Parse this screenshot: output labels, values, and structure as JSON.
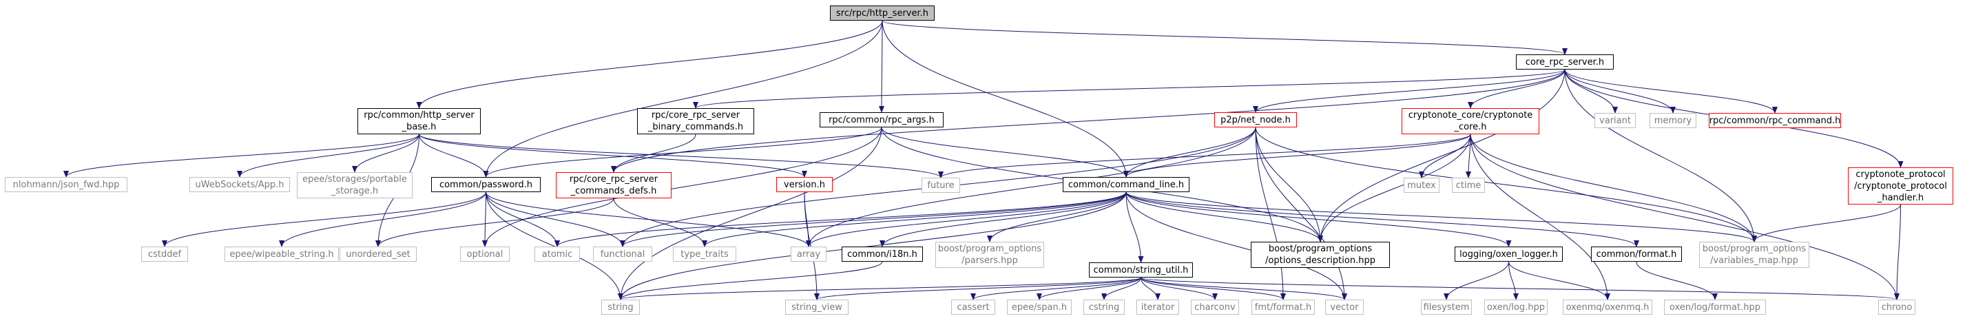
{
  "colors": {
    "edge": "#191970",
    "border": "#000000",
    "external_border": "#bfbfbf",
    "missing_border": "#ff0000",
    "root_fill": "#bfbfbf"
  },
  "nodes": {
    "http_server": "src/rpc/http_server.h",
    "core_rpc_server": "core_rpc_server.h",
    "http_server_base": [
      "rpc/common/http_server",
      "_base.h"
    ],
    "core_rpc_server_binary": [
      "rpc/core_rpc_server",
      "_binary_commands.h"
    ],
    "rpc_args": "rpc/common/rpc_args.h",
    "net_node": "p2p/net_node.h",
    "cryptonote_core": [
      "cryptonote_core/cryptonote",
      "_core.h"
    ],
    "variant": "variant",
    "memory": "memory",
    "rpc_command": "rpc/common/rpc_command.h",
    "nlohmann": "nlohmann/json_fwd.hpp",
    "uwebsockets": "uWebSockets/App.h",
    "portable_storage": [
      "epee/storages/portable",
      "_storage.h"
    ],
    "password": "common/password.h",
    "commands_defs": [
      "rpc/core_rpc_server",
      "_commands_defs.h"
    ],
    "version": "version.h",
    "future": "future",
    "command_line": "common/command_line.h",
    "mutex": "mutex",
    "ctime": "ctime",
    "cryptonote_protocol": [
      "cryptonote_protocol",
      "/cryptonote_protocol",
      "_handler.h"
    ],
    "cstddef": "cstddef",
    "wipeable_string": "epee/wipeable_string.h",
    "unordered_set": "unordered_set",
    "optional": "optional",
    "atomic": "atomic",
    "functional": "functional",
    "type_traits": "type_traits",
    "array": "array",
    "i18n": "common/i18n.h",
    "parsers": [
      "boost/program_options",
      "/parsers.hpp"
    ],
    "options_description": [
      "boost/program_options",
      "/options_description.hpp"
    ],
    "oxen_logger": "logging/oxen_logger.h",
    "format": "common/format.h",
    "variables_map": [
      "boost/program_options",
      "/variables_map.hpp"
    ],
    "string_util": "common/string_util.h",
    "string": "string",
    "string_view": "string_view",
    "cassert": "cassert",
    "span": "epee/span.h",
    "cstring": "cstring",
    "iterator": "iterator",
    "charconv": "charconv",
    "fmt_format": "fmt/format.h",
    "vector": "vector",
    "filesystem": "filesystem",
    "oxen_log": "oxen/log.hpp",
    "oxenmq": "oxenmq/oxenmq.h",
    "oxen_log_format": "oxen/log/format.hpp",
    "chrono": "chrono"
  }
}
